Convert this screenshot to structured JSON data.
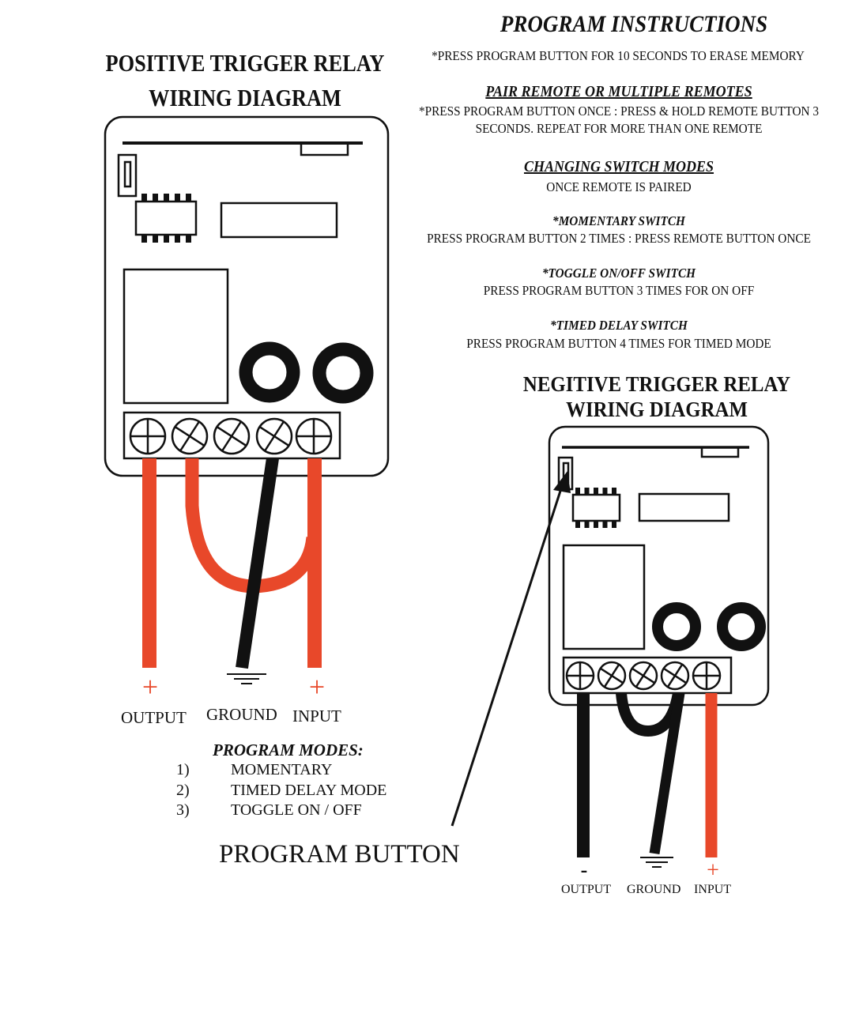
{
  "instructions": {
    "title": "PROGRAM INSTRUCTIONS",
    "erase": "*PRESS PROGRAM BUTTON FOR 10 SECONDS TO ERASE MEMORY",
    "pair_heading": "PAIR REMOTE OR MULTIPLE REMOTES",
    "pair_line1": "*PRESS PROGRAM BUTTON ONCE : PRESS & HOLD REMOTE BUTTON 3",
    "pair_line2": "SECONDS. REPEAT FOR MORE THAN ONE REMOTE",
    "modes_heading": "CHANGING SWITCH MODES",
    "modes_sub": "ONCE REMOTE IS PAIRED",
    "momentary_heading": "*MOMENTARY SWITCH",
    "momentary_text": "PRESS PROGRAM BUTTON 2 TIMES :  PRESS REMOTE BUTTON ONCE",
    "toggle_heading": "*TOGGLE ON/OFF SWITCH",
    "toggle_text": "PRESS PROGRAM BUTTON 3 TIMES FOR ON OFF",
    "timed_heading": "*TIMED DELAY  SWITCH",
    "timed_text": "PRESS PROGRAM BUTTON 4 TIMES FOR TIMED MODE"
  },
  "positive": {
    "title_line1": "POSITIVE TRIGGER RELAY",
    "title_line2": "WIRING DIAGRAM",
    "output_sign": "+",
    "input_sign": "+",
    "labels": [
      "OUTPUT",
      "GROUND",
      "INPUT"
    ]
  },
  "negative": {
    "title_line1": "NEGITIVE TRIGGER RELAY",
    "title_line2": "WIRING DIAGRAM",
    "output_sign": "-",
    "input_sign": "+",
    "labels": [
      "OUTPUT",
      "GROUND",
      "INPUT"
    ]
  },
  "program_modes": {
    "heading": "PROGRAM MODES:",
    "items": [
      {
        "num": "1)",
        "label": "MOMENTARY"
      },
      {
        "num": "2)",
        "label": "TIMED DELAY MODE"
      },
      {
        "num": "3)",
        "label": "TOGGLE ON / OFF"
      }
    ]
  },
  "program_button_label": "PROGRAM BUTTON",
  "colors": {
    "wire_red": "#e8482a",
    "wire_black": "#111111"
  }
}
